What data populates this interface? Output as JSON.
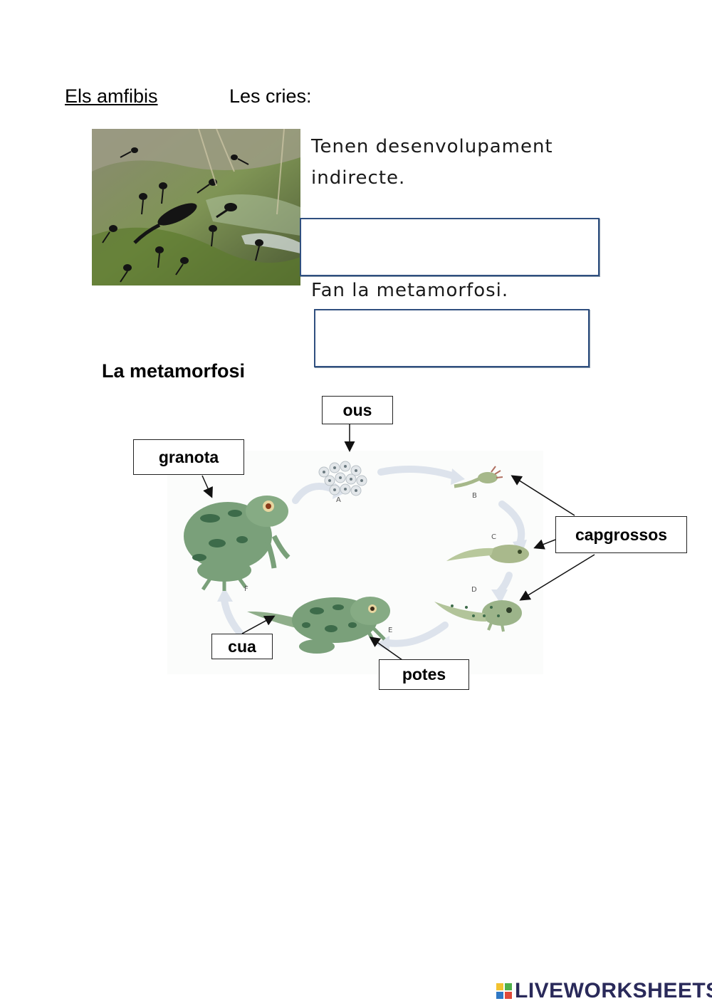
{
  "header": {
    "topic": "Els amfibis",
    "subtopic": "Les cries:"
  },
  "intro": {
    "line1": "Tenen desenvolupament",
    "line2": "indirecte.",
    "line3": "Fan la metamorfosi."
  },
  "answers": {
    "box1_value": "",
    "box2_value": ""
  },
  "section": {
    "title": "La metamorfosi"
  },
  "labels": {
    "eggs": "ous",
    "frog": "granota",
    "tadpoles": "capgrossos",
    "tail": "cua",
    "legs": "potes"
  },
  "stages": [
    "A",
    "B",
    "C",
    "D",
    "E",
    "F"
  ],
  "footer": {
    "brand": "LIVEWORKSHEETS"
  },
  "colors": {
    "frog_green": "#7aa07a",
    "frog_spots": "#3d6b4a",
    "box_border": "#2f4f7f",
    "brand": "#2a2a5a"
  }
}
